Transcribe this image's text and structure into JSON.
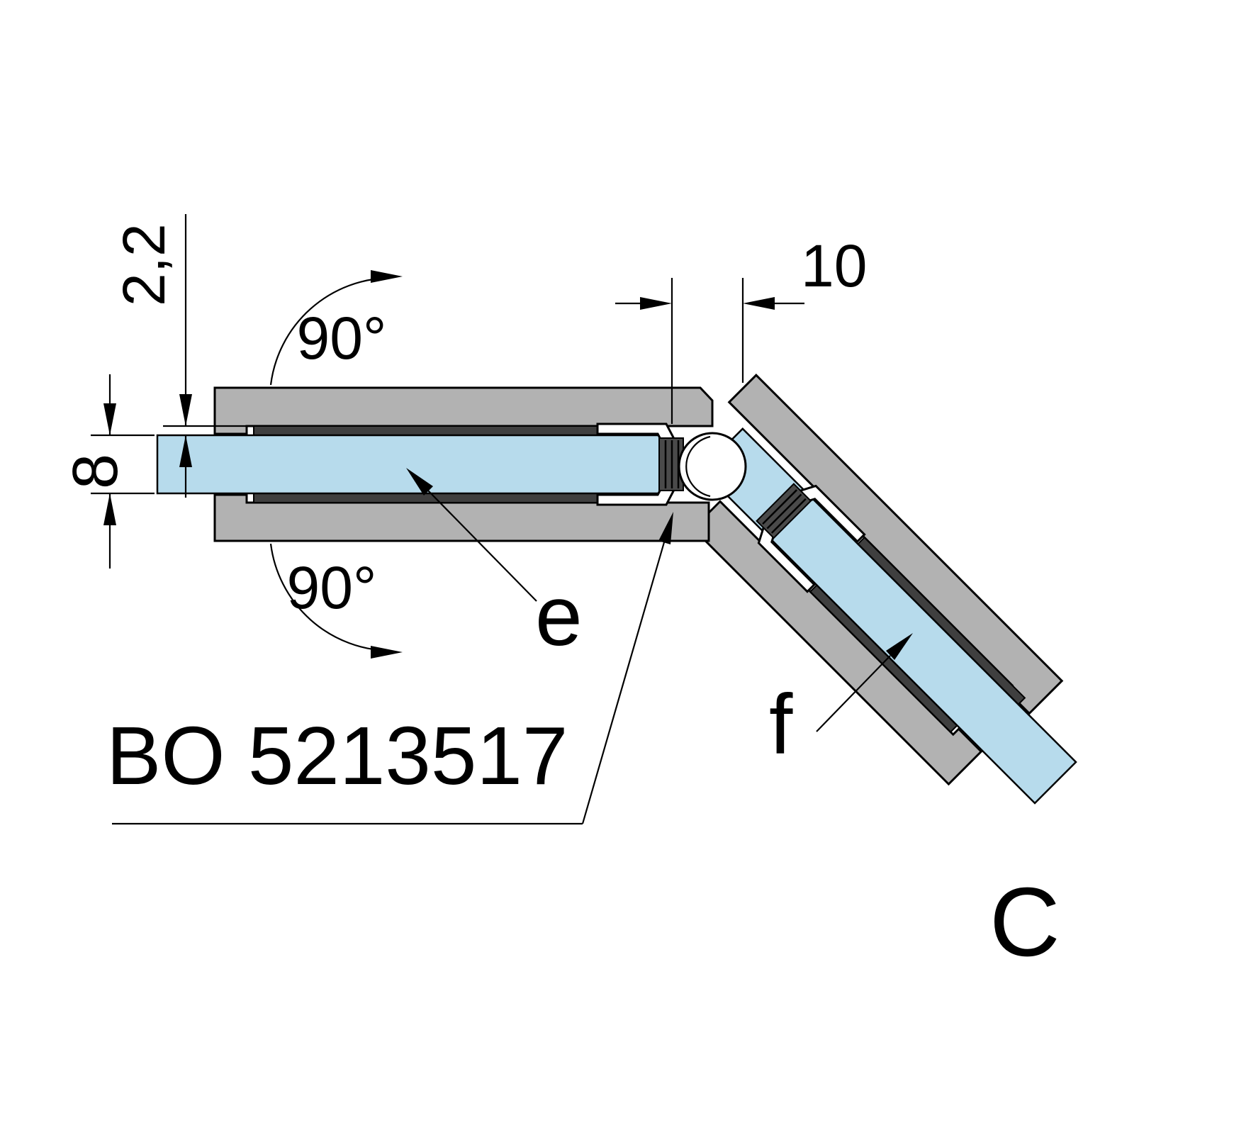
{
  "dimensions": {
    "seal_gap": "2,2",
    "glass_thickness": "8",
    "hinge_offset": "10",
    "swing_angle_upper": "90°",
    "swing_angle_lower": "90°"
  },
  "labels": {
    "panel_e": "e",
    "panel_f": "f",
    "part_number": "BO 5213517",
    "section_marker": "C"
  },
  "colors": {
    "background": "#ffffff",
    "profile": "#b2b2b2",
    "gasket": "#3f3f3f",
    "seal_insert": "#4a4a4a",
    "glass": "#b7dbec",
    "line": "#000000"
  }
}
